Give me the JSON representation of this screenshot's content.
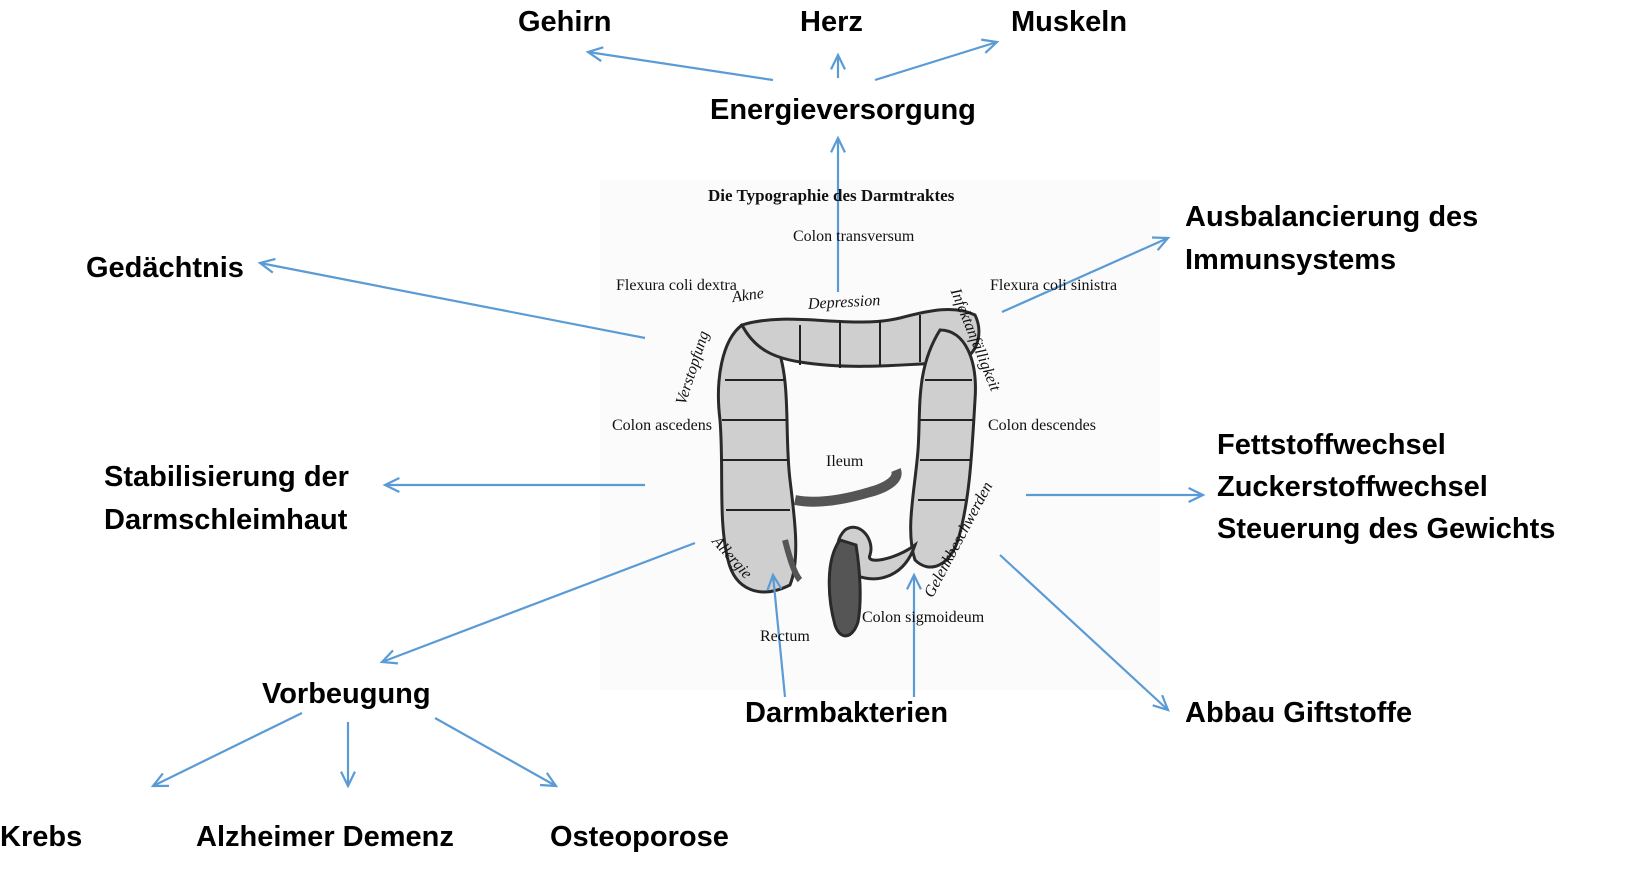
{
  "figure": {
    "title": "Die Typographie des Darmtraktes",
    "anatomy_labels": {
      "colon_transversum": "Colon transversum",
      "flexura_coli_dextra": "Flexura coli dextra",
      "flexura_coli_sinistra": "Flexura coli sinistra",
      "colon_ascedens": "Colon ascedens",
      "colon_descendes": "Colon descendes",
      "ileum": "Ileum",
      "rectum": "Rectum",
      "colon_sigmoideum": "Colon sigmoideum"
    },
    "symptom_labels": {
      "akne": "Akne",
      "depression": "Depression",
      "verstopfung": "Verstopfung",
      "infektanfaelligkeit": "Infektanfälligkeit",
      "allergie": "Allergie",
      "gelenkbeschwerden": "Gelenkbeschwerden"
    }
  },
  "nodes": {
    "gehirn": "Gehirn",
    "herz": "Herz",
    "muskeln": "Muskeln",
    "energieversorgung": "Energieversorgung",
    "gedaechtnis": "Gedächtnis",
    "immun_line1": "Ausbalancierung des",
    "immun_line2": "Immunsystems",
    "stab_line1": "Stabilisierung der",
    "stab_line2": "Darmschleimhaut",
    "fett": "Fettstoffwechsel",
    "zucker": "Zuckerstoffwechsel",
    "gewicht": "Steuerung des Gewichts",
    "vorbeugung": "Vorbeugung",
    "darmbakterien": "Darmbakterien",
    "giftstoffe": "Abbau Giftstoffe",
    "krebs": "Krebs",
    "alzheimer": "Alzheimer Demenz",
    "osteoporose": "Osteoporose"
  },
  "colors": {
    "arrow": "#5b9bd5",
    "text": "#000000"
  }
}
